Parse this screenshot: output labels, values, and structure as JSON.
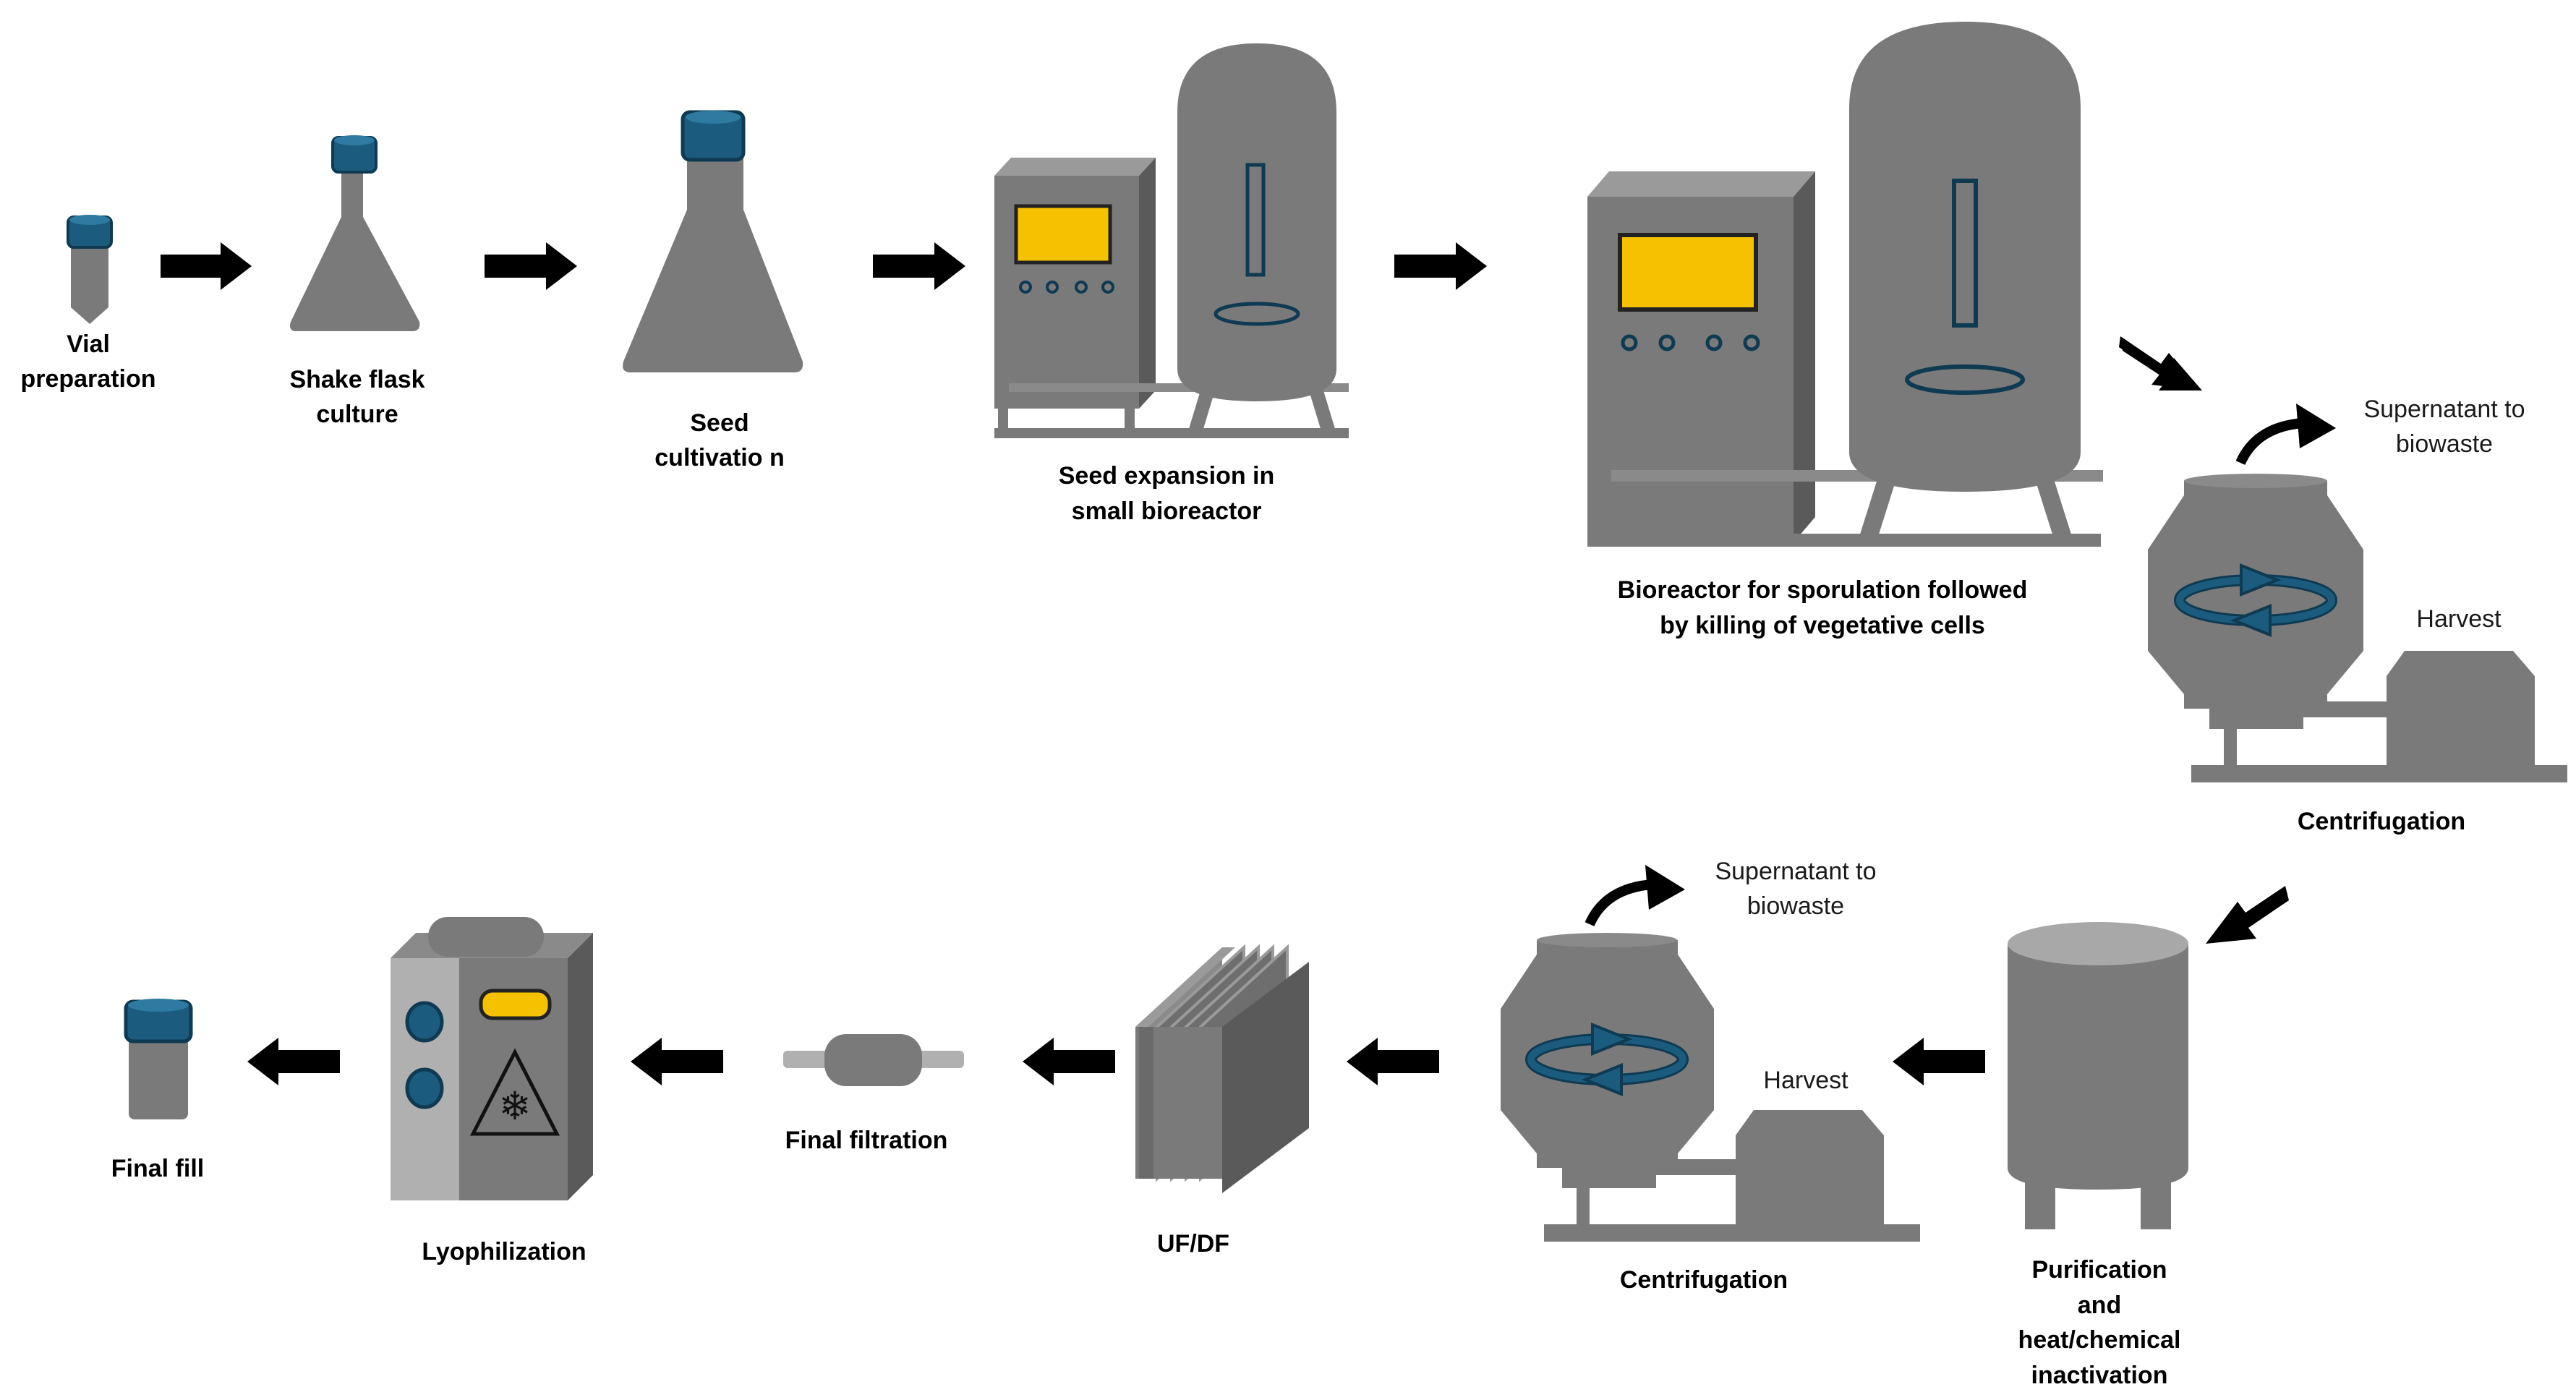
{
  "colors": {
    "equipment": "#7a7a7a",
    "equipment_dark": "#5a5a5a",
    "equipment_light": "#b0b0b0",
    "cap_blue": "#1b5c7e",
    "screen_yellow": "#f6c200",
    "arrow": "#000000"
  },
  "steps": {
    "vial": [
      "Vial",
      "preparation"
    ],
    "shake_flask": [
      "Shake flask",
      "culture"
    ],
    "seed_cultivation": [
      "Seed",
      "cultivatio n"
    ],
    "seed_expansion": [
      "Seed expansion in",
      "small bioreactor"
    ],
    "bioreactor": [
      "Bioreactor for sporulation followed",
      "by killing of vegetative cells"
    ],
    "centrifugation_1": [
      "Centrifugation"
    ],
    "purification": [
      "Purification",
      "and",
      "heat/chemical",
      "inactivation"
    ],
    "centrifugation_2": [
      "Centrifugation"
    ],
    "ufdf": [
      "UF/DF"
    ],
    "final_filtration": [
      "Final filtration"
    ],
    "lyophilization": [
      "Lyophilization"
    ],
    "final_fill": [
      "Final fill"
    ]
  },
  "annotations": {
    "supernatant_1": [
      "Supernatant to",
      "biowaste"
    ],
    "harvest_1": "Harvest",
    "supernatant_2": [
      "Supernatant to",
      "biowaste"
    ],
    "harvest_2": "Harvest"
  },
  "icons": [
    "vial-icon",
    "shake-flask-icon",
    "seed-flask-icon",
    "small-bioreactor-icon",
    "large-bioreactor-icon",
    "centrifuge-icon",
    "purification-tank-icon",
    "ufdf-cassette-icon",
    "filter-capsule-icon",
    "lyophilizer-icon",
    "snowflake-icon",
    "final-vial-icon"
  ]
}
